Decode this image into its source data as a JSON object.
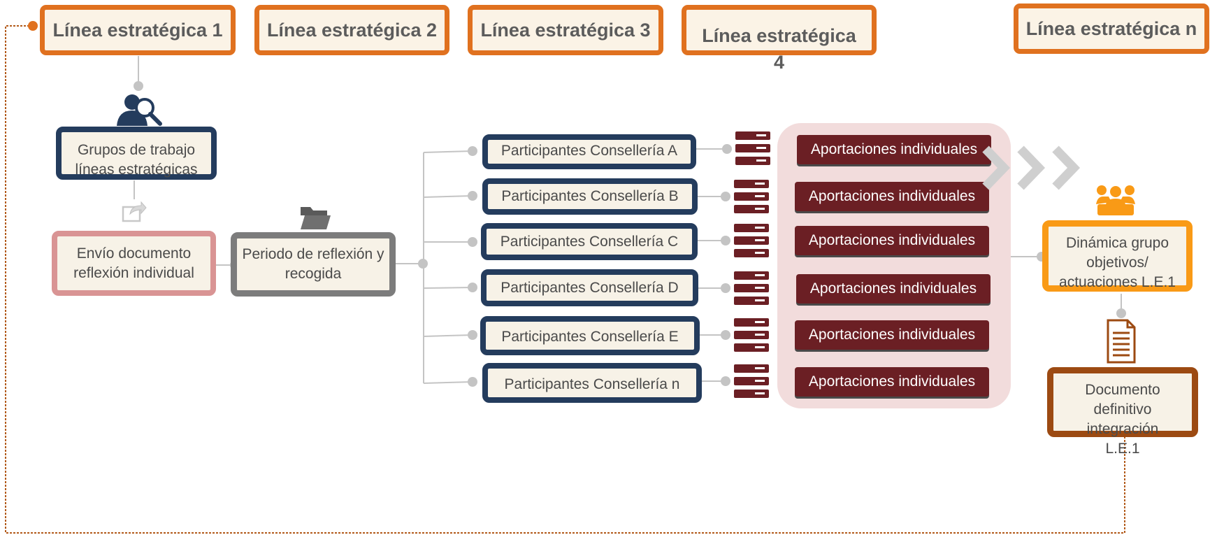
{
  "strategic_lines": [
    "Línea estratégica 1",
    "Línea estratégica 2",
    "Línea estratégica 3",
    "Línea estratégica 4",
    "Línea estratégica n"
  ],
  "working_groups": "Grupos de trabajo líneas estratégicas",
  "send_document": "Envío documento reflexión individual",
  "reflection_period": "Periodo de reflexión y recogida",
  "participants": [
    "Participantes Consellería A",
    "Participantes Consellería B",
    "Participantes Consellería C",
    "Participantes Consellería D",
    "Participantes Consellería E",
    "Participantes Consellería n"
  ],
  "contributions": [
    "Aportaciones individuales",
    "Aportaciones individuales",
    "Aportaciones individuales",
    "Aportaciones individuales",
    "Aportaciones individuales",
    "Aportaciones individuales"
  ],
  "group_dynamics": "Dinámica grupo objetivos/ actuaciones L.E.1",
  "final_document": "Documento definitivo integración L.E.1",
  "icons": {
    "group_search": "people-magnifier-icon",
    "share": "share-icon",
    "folder": "folder-icon",
    "server": "server-rack-icon",
    "team": "team-meeting-icon",
    "document": "document-icon",
    "chevrons": "chevron-right-icon"
  },
  "colors": {
    "orange": "#e0711f",
    "navy": "#243c5d",
    "maroon": "#6b1f24",
    "pink_panel": "#f2dcdc",
    "amber": "#f99a16",
    "brown": "#9c4a12"
  }
}
